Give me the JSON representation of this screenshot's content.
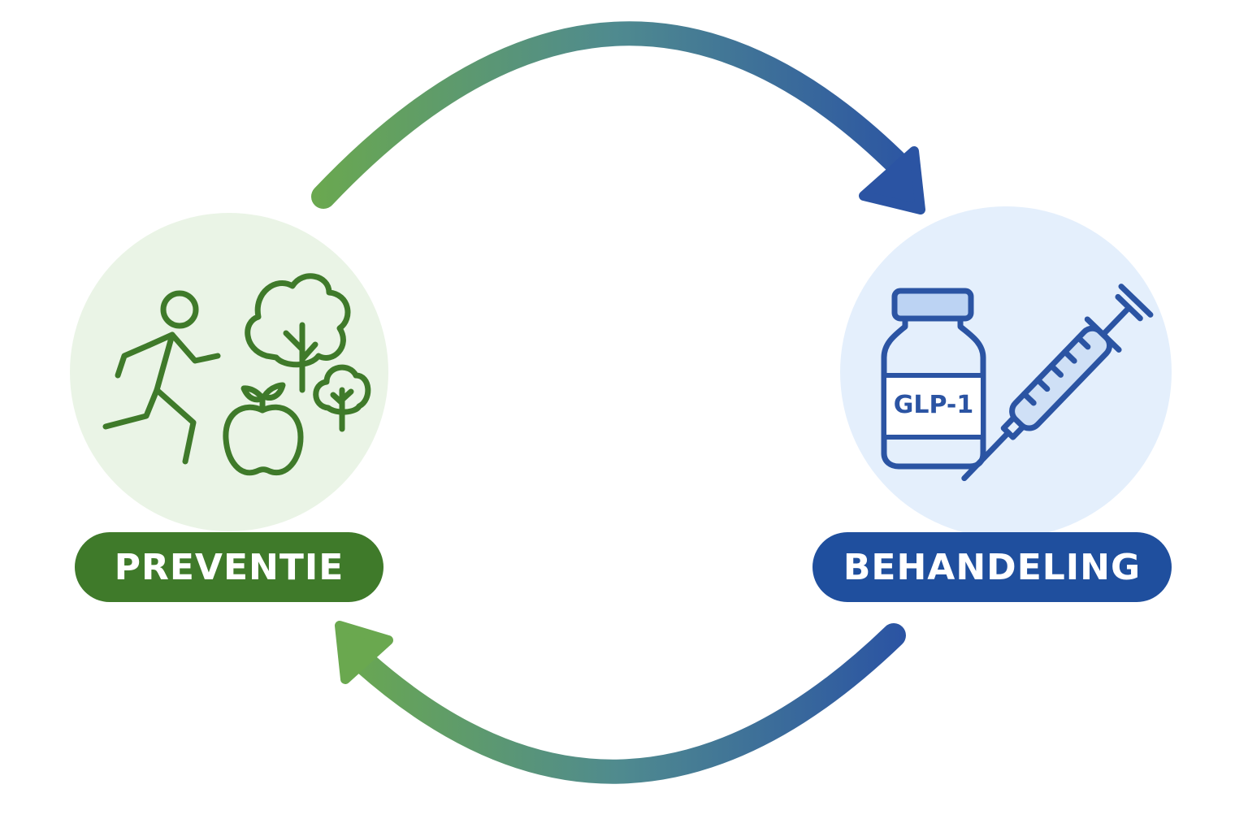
{
  "nodes": [
    {
      "id": "preventie",
      "label": "PREVENTIE",
      "color": "#3f7a2a",
      "circle_color": "#eaf4e6"
    },
    {
      "id": "behandeling",
      "label": "BEHANDELING",
      "color": "#1f4f9e",
      "circle_color": "#e4effc"
    }
  ],
  "vial": {
    "label": "GLP-1"
  },
  "colors": {
    "green": "#3f7a2a",
    "green_light": "#6aa84f",
    "blue": "#2b54a3",
    "vial_cap": "#bcd3f3",
    "syringe_fill": "#cfe0f6"
  },
  "icons": {
    "preventie": [
      "running-person-icon",
      "tree-icon",
      "apple-icon"
    ],
    "behandeling": [
      "vial-icon",
      "syringe-icon"
    ]
  },
  "edges": [
    {
      "from": "preventie",
      "to": "behandeling",
      "direction": "top"
    },
    {
      "from": "behandeling",
      "to": "preventie",
      "direction": "bottom"
    }
  ]
}
